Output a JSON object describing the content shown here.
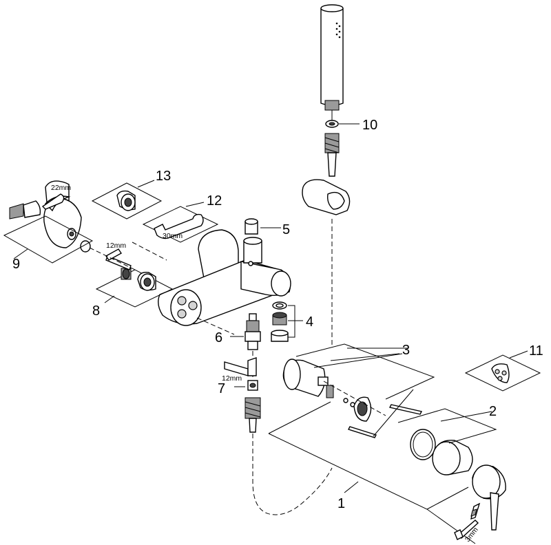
{
  "callouts": {
    "c1": "1",
    "c2": "2",
    "c3": "3",
    "c4": "4",
    "c5": "5",
    "c6": "6",
    "c7": "7",
    "c8": "8",
    "c9": "9",
    "c10": "10",
    "c11": "11",
    "c12": "12",
    "c13": "13"
  },
  "dimensions": {
    "d22": "22mm",
    "d30": "30mm",
    "d12a": "12mm",
    "d12b": "12mm",
    "d3": "3mm"
  }
}
